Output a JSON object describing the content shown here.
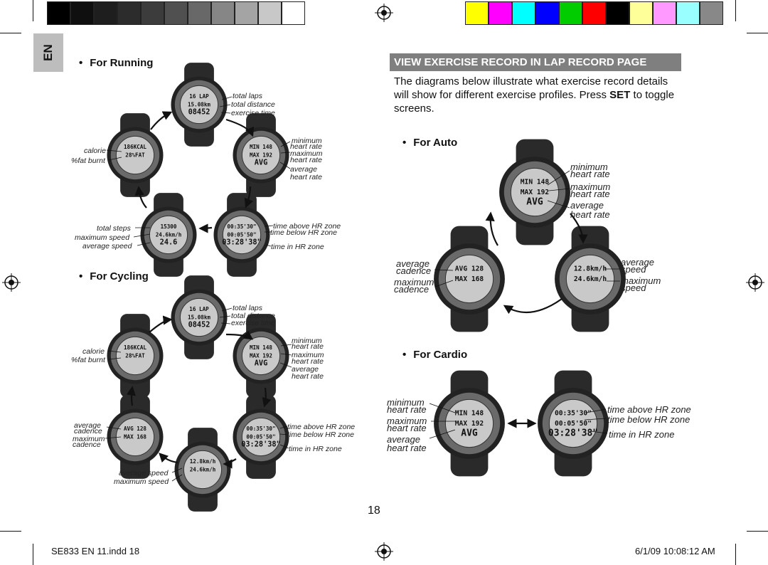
{
  "colors": {
    "gray_bar": [
      "#000000",
      "#0f0f0f",
      "#1e1e1e",
      "#2c2c2c",
      "#3c3c3c",
      "#505050",
      "#686868",
      "#868686",
      "#a4a4a4",
      "#c8c8c8",
      "#ffffff"
    ],
    "color_bar": [
      "#ffff00",
      "#ff00ff",
      "#00ffff",
      "#0000ff",
      "#00cc00",
      "#ff0000",
      "#000000",
      "#ffff99",
      "#ff99ff",
      "#99ffff",
      "#888888"
    ],
    "banner_bg": "#7f7f7f"
  },
  "lang_tab": "EN",
  "left": {
    "running": {
      "heading": "For Running",
      "labels": {
        "total_laps": "total laps",
        "total_distance": "total distance",
        "exercise_time": "exercise time",
        "minimum": "minimum",
        "min_heart_rate": "heart rate",
        "maximum": "maximum",
        "max_heart_rate": "heart rate",
        "average": "average",
        "avg_heart_rate": "heart rate",
        "calorie": "calorie",
        "fat_burnt": "%fat burnt",
        "total_steps": "total steps",
        "maximum_speed": "maximum speed",
        "average_speed": "average speed",
        "time_above": "time above HR zone",
        "time_below": "time below HR zone",
        "time_in": "time in HR zone"
      }
    },
    "cycling": {
      "heading": "For Cycling",
      "labels": {
        "total_laps": "total laps",
        "total_distance": "total distance",
        "exercise_time": "exercise time",
        "minimum": "minimum",
        "min_heart_rate": "heart rate",
        "maximum": "maximum",
        "max_heart_rate": "heart rate",
        "average": "average",
        "avg_heart_rate": "heart rate",
        "calorie": "calorie",
        "fat_burnt": "%fat burnt",
        "average_cadence_1": "average",
        "average_cadence_2": "cadence",
        "maximum_cadence_1": "maximum",
        "maximum_cadence_2": "cadence",
        "time_above": "time above HR zone",
        "time_below": "time below HR zone",
        "time_in": "time in HR zone",
        "average_speed": "average speed",
        "maximum_speed": "maximum speed"
      }
    }
  },
  "right": {
    "banner": "VIEW EXERCISE RECORD IN LAP RECORD PAGE",
    "intro_before": "The diagrams below illustrate what exercise record details will show for different exercise profiles. Press ",
    "intro_bold": "SET",
    "intro_after": " to toggle screens.",
    "auto": {
      "heading": "For Auto",
      "labels": {
        "minimum": "minimum",
        "min_heart_rate": "heart rate",
        "maximum": "maximum",
        "max_heart_rate": "heart rate",
        "average": "average",
        "avg_heart_rate": "heart rate",
        "avg_cad_1": "average",
        "avg_cad_2": "cadence",
        "max_cad_1": "maximum",
        "max_cad_2": "cadence",
        "avg_speed_1": "average",
        "avg_speed_2": "speed",
        "max_speed_1": "maximum",
        "max_speed_2": "speed"
      }
    },
    "cardio": {
      "heading": "For Cardio",
      "labels": {
        "minimum": "minimum",
        "min_heart_rate": "heart rate",
        "maximum": "maximum",
        "max_heart_rate": "heart rate",
        "average": "average",
        "avg_heart_rate": "heart rate",
        "time_above": "time above HR zone",
        "time_below": "time below HR zone",
        "time_in": "time in HR zone"
      }
    }
  },
  "displays": {
    "laps": [
      "16 LAP",
      "15.08km",
      "08452"
    ],
    "hr": [
      "MIN 148",
      "MAX 192",
      "AVG"
    ],
    "cal": [
      "186KCAL",
      "28%FAT"
    ],
    "steps": [
      "15300",
      "24.6km/h",
      "24.6"
    ],
    "zone": [
      "00:35'30\"",
      "00:05'50\"",
      "03:28'38\""
    ],
    "cadence": [
      "AVG 128",
      "MAX 168"
    ],
    "speed": [
      "12.8km/h",
      "24.6km/h"
    ]
  },
  "page_number": "18",
  "footer_left": "SE833 EN 11.indd   18",
  "footer_right": "6/1/09   10:08:12 AM"
}
